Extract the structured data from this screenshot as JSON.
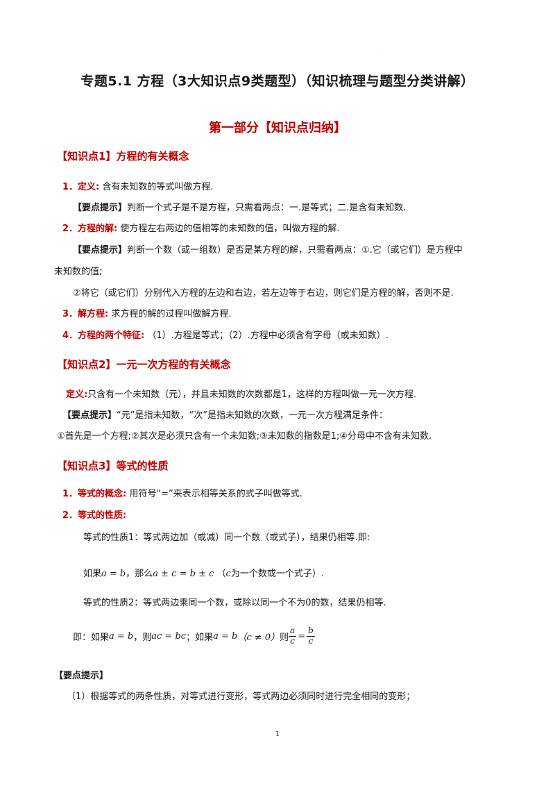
{
  "doc_title": "专题5.1 方程（3大知识点9类题型）（知识梳理与题型分类讲解）",
  "part_title": "第一部分【知识点归纳】",
  "kp1": {
    "heading": "【知识点1】方程的有关概念",
    "item1_label": "1．定义:",
    "item1_text": "含有未知数的等式叫做方程.",
    "tip1_label": "【要点提示】",
    "tip1_text": "判断一个式子是不是方程，只需看两点：一.是等式；二.是含有未知数.",
    "item2_label": "2．方程的解:",
    "item2_text": "使方程左右两边的值相等的未知数的值，叫做方程的解.",
    "tip2_label": "【要点提示】",
    "tip2_text": "判断一个数（或一组数）是否是某方程的解，只需看两点：①.它（或它们）是方程中",
    "tip2_cont": "未知数的值;",
    "tip2_line2": "②将它（或它们）分别代入方程的左边和右边，若左边等于右边，则它们是方程的解，否则不是.",
    "item3_label": "3．解方程:",
    "item3_text": "求方程的解的过程叫做解方程.",
    "item4_label": "4．方程的两个特征:",
    "item4_text": "（1）.方程是等式；（2）.方程中必须含有字母（或未知数）."
  },
  "kp2": {
    "heading": "【知识点2】一元一次方程的有关概念",
    "def_label": "定义:",
    "def_text": "只含有一个未知数（元），并且未知数的次数都是1，这样的方程叫做一元一次方程.",
    "tip_label": "【要点提示】",
    "tip_text": "“元”是指未知数，“次”是指未知数的次数，一元一次方程满足条件：",
    "tip_line2": "①首先是一个方程;②其次是必须只含有一个未知数;③未知数的指数是1;④分母中不含有未知数."
  },
  "kp3": {
    "heading": "【知识点3】等式的性质",
    "item1_label": "1．等式的概念:",
    "item1_text": "用符号“=”来表示相等关系的式子叫做等式.",
    "item2_label": "2．等式的性质:",
    "prop1": "等式的性质1：等式两边加（或减）同一个数（或式子），结果仍相等.即:",
    "prop1_if": "如果",
    "prop1_eq1": "a = b",
    "prop1_then": "，那么",
    "prop1_eq2": "a ± c = b ± c",
    "prop1_note_open": "（",
    "prop1_note_var": "c",
    "prop1_note": "为一个数或一个式子）.",
    "prop2": "等式的性质2：等式两边乘同一个数，或除以同一个不为0的数，结果仍相等.",
    "prop2_ji": "即：如果",
    "prop2_eq1": "a = b",
    "prop2_then": "，则",
    "prop2_eq2": "ac = bc",
    "prop2_semi": "；如果",
    "prop2_eq3": "a = b",
    "prop2_cond": "（c ≠ 0）",
    "prop2_then2": "则",
    "frac_a": "a",
    "frac_c1": "c",
    "frac_eq": "=",
    "frac_b": "b",
    "frac_c2": "c",
    "tip_label": "【要点提示】",
    "tip_text": "（1）根据等式的两条性质，对等式进行变形，等式两边必须同时进行完全相同的变形；"
  },
  "page_number": "1"
}
